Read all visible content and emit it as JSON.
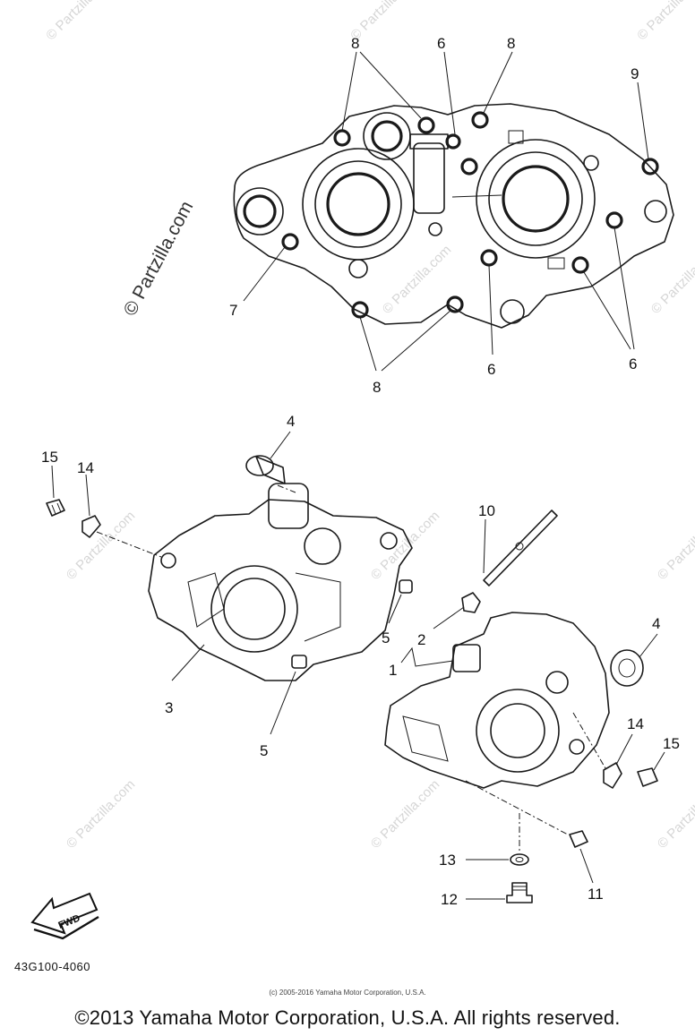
{
  "watermark": {
    "brand": "© Partzilla.com",
    "corner_mark": "©"
  },
  "callouts": {
    "upper": {
      "l8_top_left": "8",
      "l6_top": "6",
      "l8_top_right": "8",
      "l9": "9",
      "l7": "7",
      "l8_bottom": "8",
      "l6_bottom_mid": "6",
      "l6_bottom_right": "6"
    },
    "lower": {
      "l4_top": "4",
      "l15_left": "15",
      "l14_left": "14",
      "l10": "10",
      "l5_mid": "5",
      "l2": "2",
      "l1": "1",
      "l4_right": "4",
      "l3": "3",
      "l5_bottom": "5",
      "l14_right": "14",
      "l15_right": "15",
      "l13": "13",
      "l11": "11",
      "l12": "12"
    }
  },
  "fwd_label": "FWD",
  "diagram_code": "43G100-4060",
  "small_copyright": "(c) 2005-2016 Yamaha Motor Corporation, U.S.A.",
  "main_copyright": "©2013 Yamaha Motor Corporation, U.S.A. All rights reserved."
}
